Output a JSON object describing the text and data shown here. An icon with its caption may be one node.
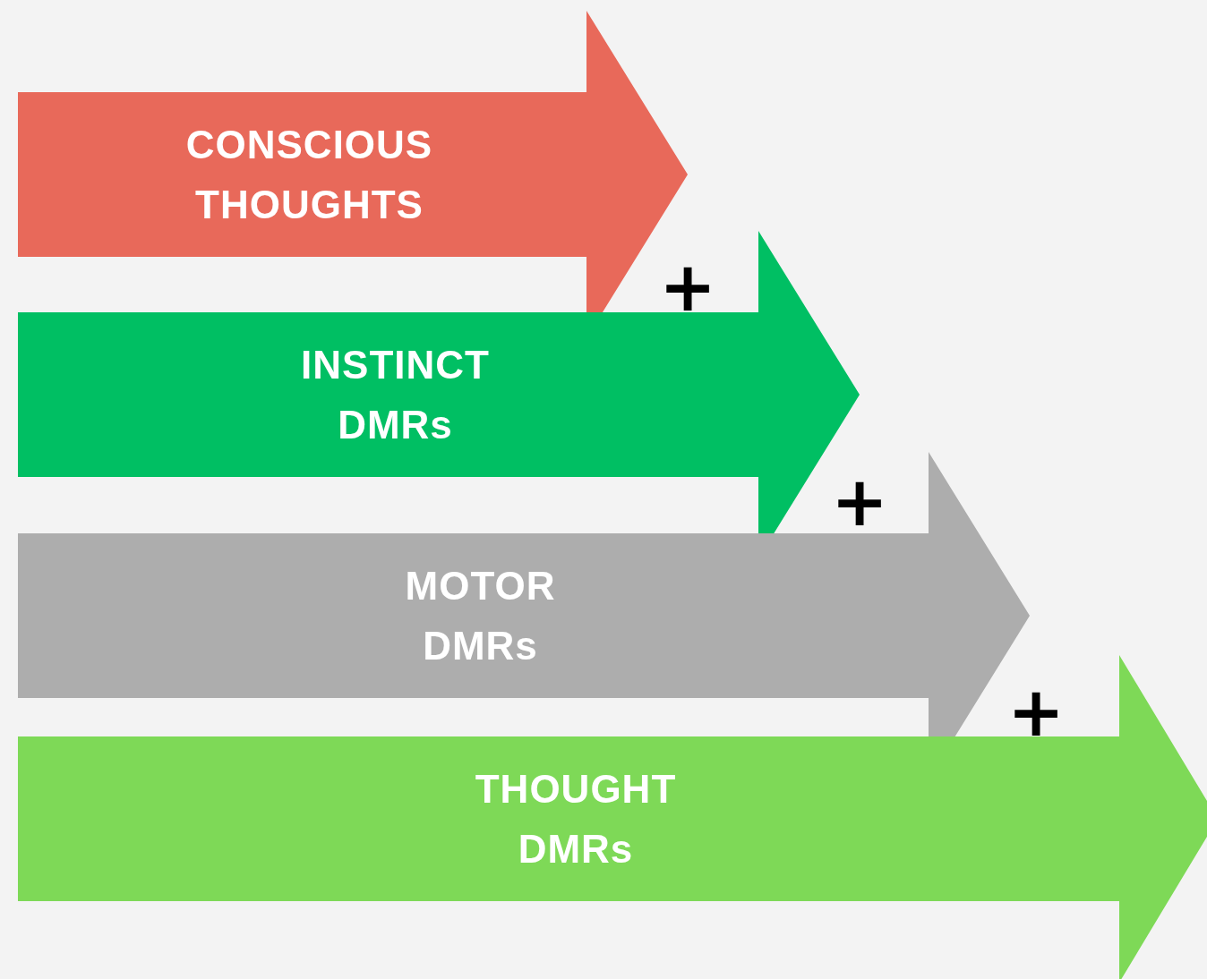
{
  "diagram": {
    "nodes": [
      {
        "text": [
          "CONSCIOUS THOUGHTS"
        ]
      },
      {
        "text": [
          "INSTINCT DMRs"
        ]
      },
      {
        "text": [
          "MOTOR DMRs"
        ]
      },
      {
        "text": [
          "THOUGHT DMRs"
        ]
      }
    ],
    "labels": [
      "+",
      "+",
      "+"
    ]
  }
}
